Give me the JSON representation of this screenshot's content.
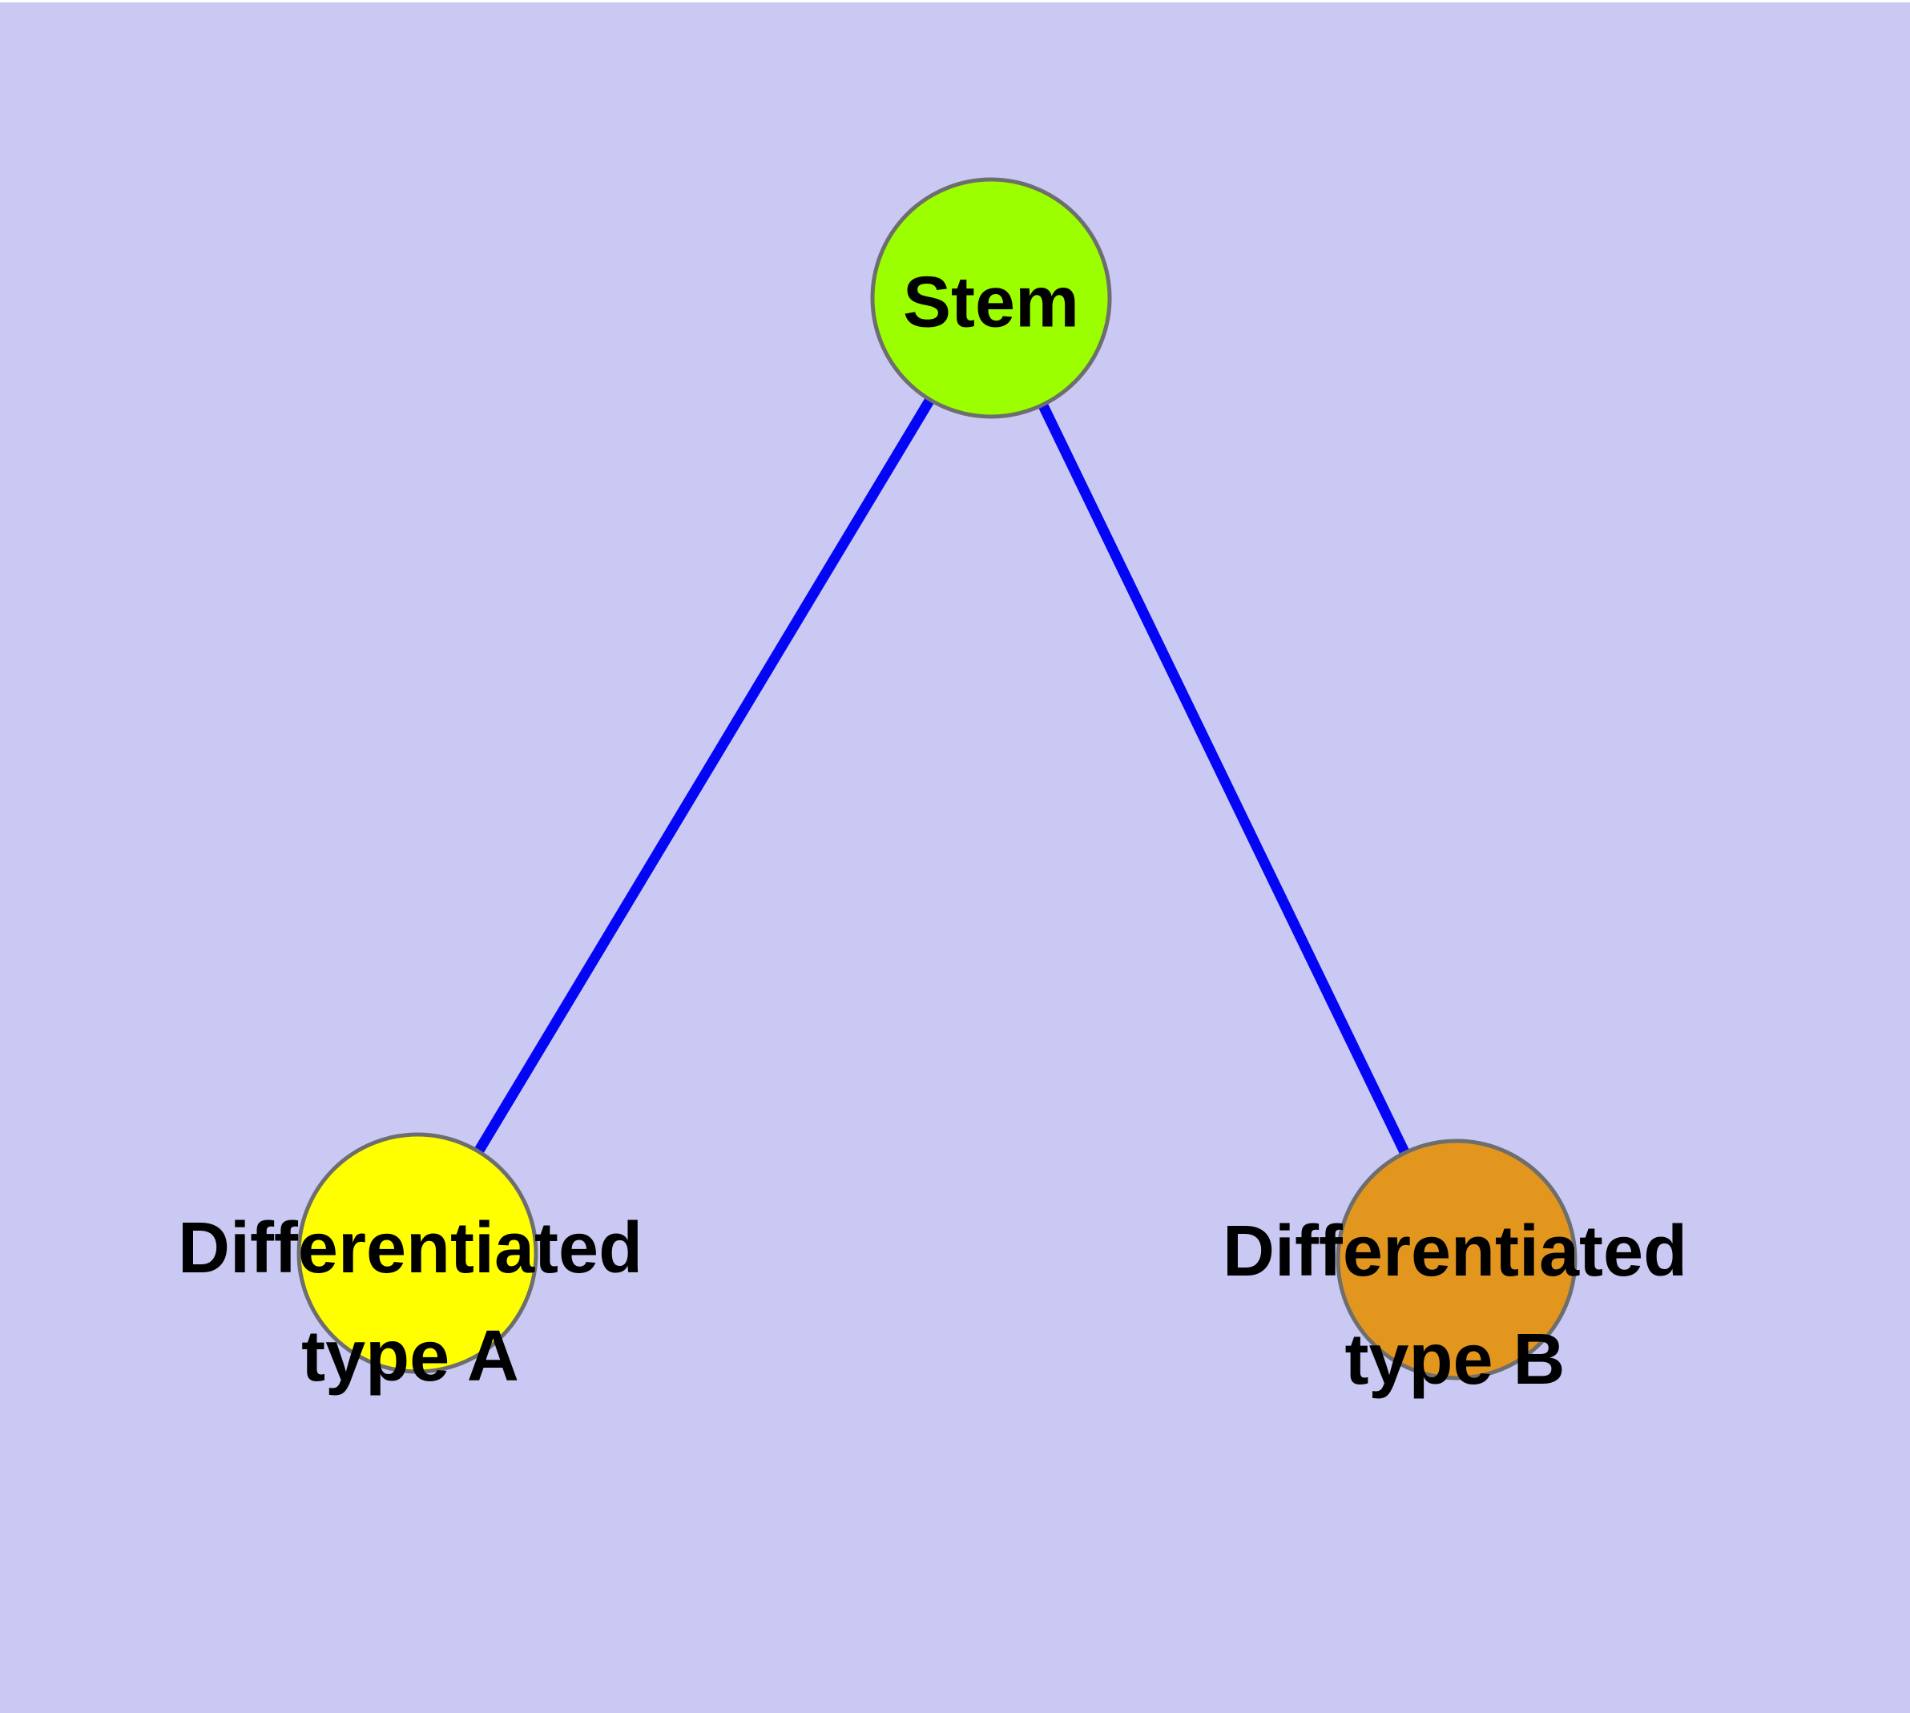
{
  "diagram": {
    "background_color": "#C9C9F3",
    "top_border_color": "#FFFFFF",
    "edge_color": "#0505F5",
    "node_border_color": "#6E6E6E",
    "label_color": "#000000",
    "nodes": [
      {
        "id": "stem",
        "label": "Stem",
        "fill": "#9BFF00"
      },
      {
        "id": "differentiated-type-a",
        "label_line1": "Differentiated",
        "label_line2": "type A",
        "fill": "#FFFF00"
      },
      {
        "id": "differentiated-type-b",
        "label_line1": "Differentiated",
        "label_line2": "type B",
        "fill": "#E2961E"
      }
    ],
    "edges": [
      {
        "from": "Stem",
        "to": "Differentiated type A"
      },
      {
        "from": "Stem",
        "to": "Differentiated type B"
      }
    ]
  }
}
